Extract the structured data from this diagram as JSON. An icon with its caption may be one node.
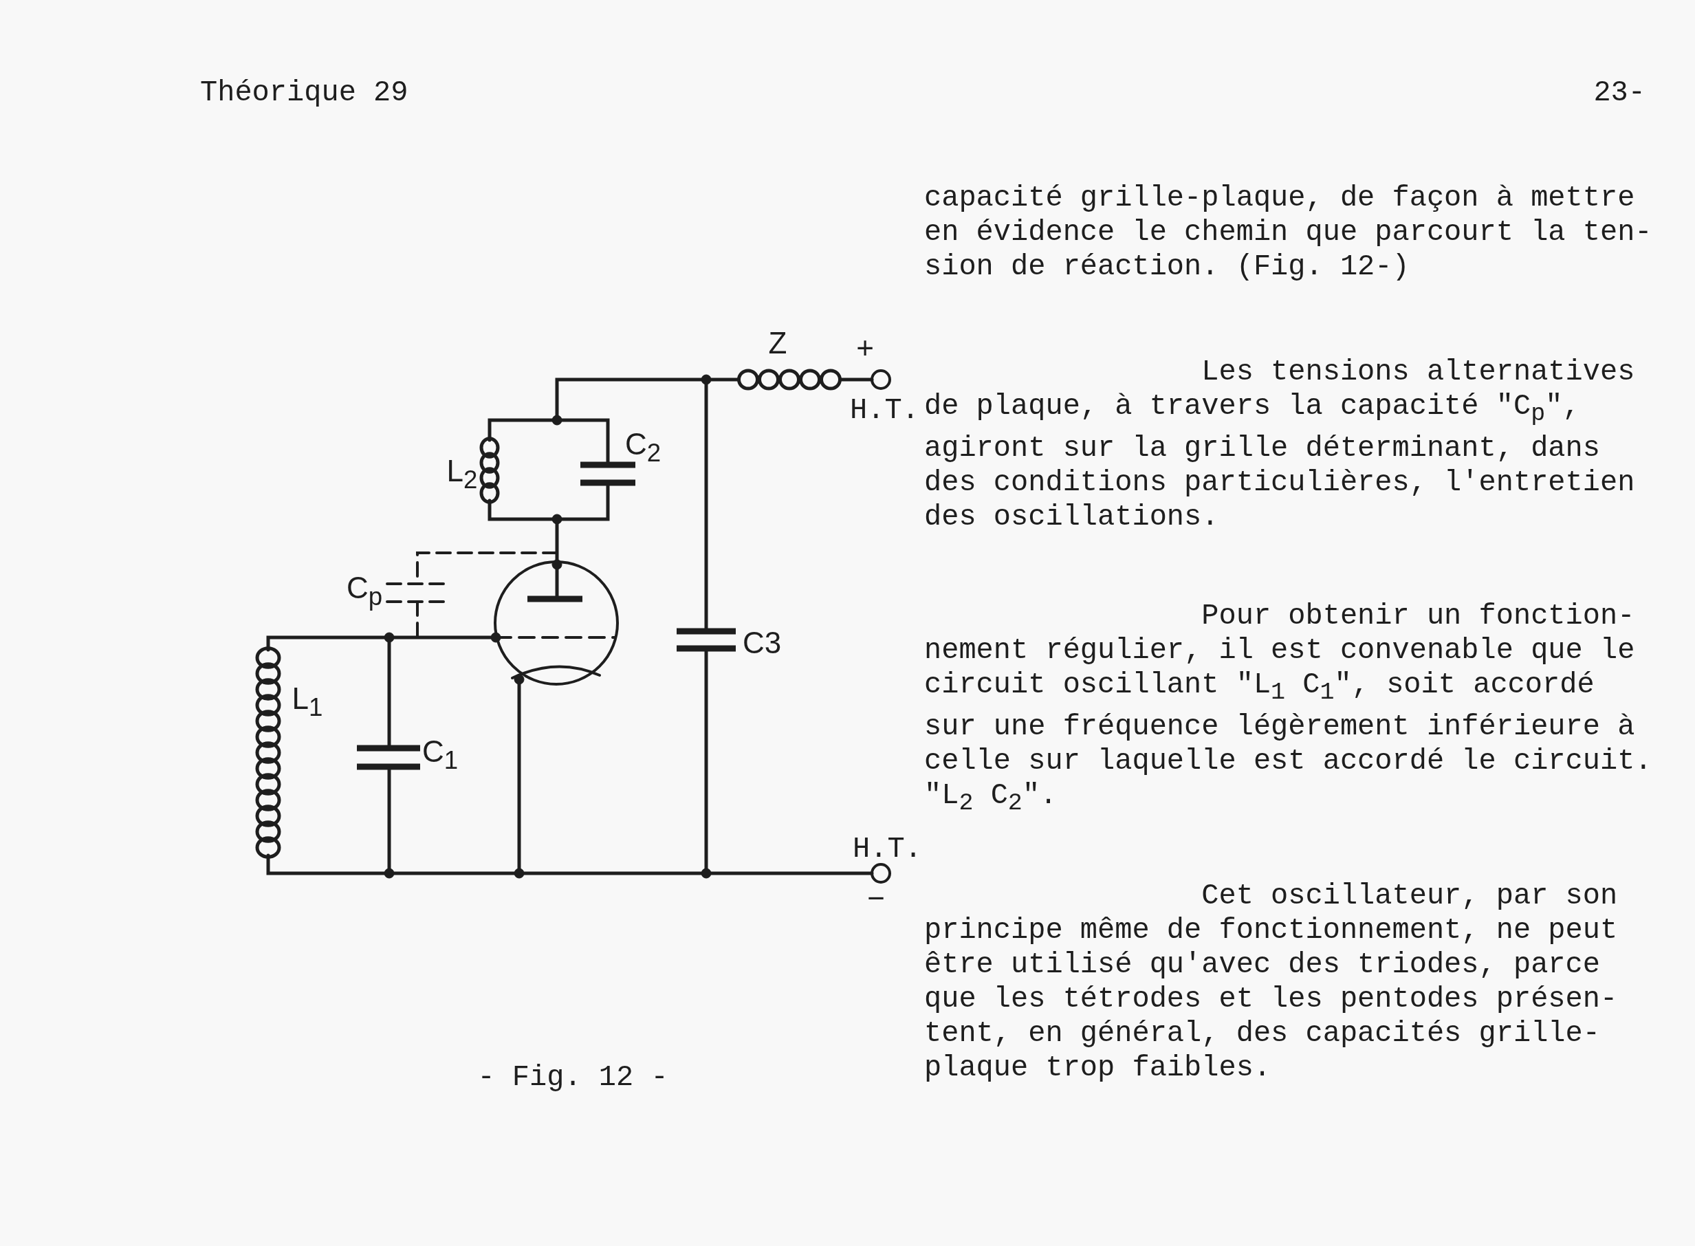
{
  "diagram": {
    "caption": "- Fig. 12 -",
    "labels": [
      "Théorique 29",
      "23-",
      "capacité grille-plaque, de façon à mettre en évidence le chemin que parcourt la ten- sion de réaction. (Fig. 12-)",
      "Z",
      "+",
      "Les tensions alternatives de plaque, à travers la capacité \"C$_{p}$\", agiront sur la grille déterminant, dans des conditions particulières, l'entretien des oscillations.",
      "H.T.",
      "L$_{2}$",
      "C$_{2}$",
      "C$_{p}$",
      "C3",
      "Pour obtenir un fonction- nement régulier, il est convenable que le circuit oscillant \"L$_{1}$ C$_{1}$\", soit accordé sur une fréquence légèrement inférieure à celle sur laquelle est accordé le circuit. \"L$_{2}$ C$_{2}$\".",
      "L$_{1}$",
      "C$_{1}$",
      "H.T.",
      "−",
      "Cet oscillateur, par son principe même de fonctionnement, ne peut être utilisé qu'avec des triodes, parce que les tétrodes et les pentodes présen- tent, en général, des capacités grille- plaque trop faibles."
    ]
  }
}
